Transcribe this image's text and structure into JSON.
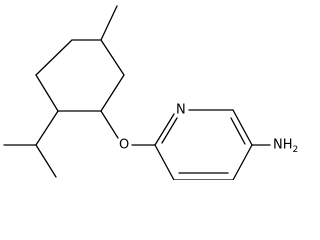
{
  "molecule": {
    "atoms": {
      "oxygen": "O",
      "ring_nitrogen": "N",
      "amine": "NH2"
    },
    "colors": {
      "bond": "#000000",
      "label": "#000000",
      "background": "#ffffff"
    }
  }
}
